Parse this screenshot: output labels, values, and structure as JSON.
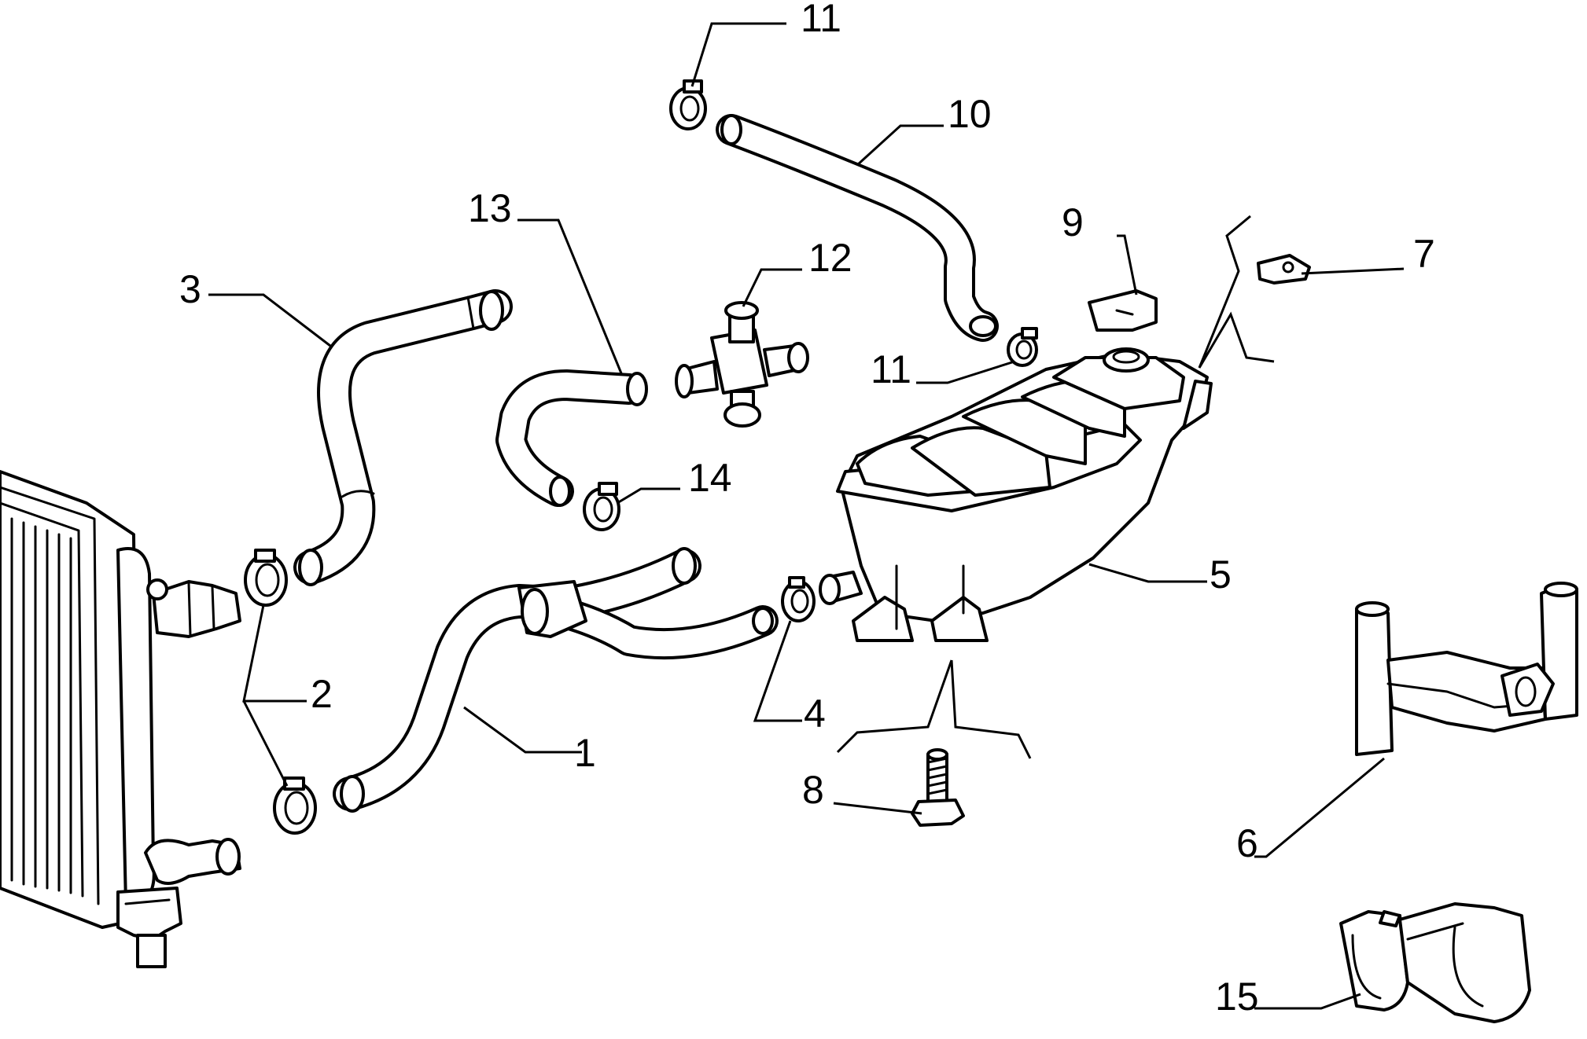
{
  "callouts": [
    {
      "id": "1",
      "label": "1"
    },
    {
      "id": "2",
      "label": "2"
    },
    {
      "id": "3",
      "label": "3"
    },
    {
      "id": "4",
      "label": "4"
    },
    {
      "id": "5",
      "label": "5"
    },
    {
      "id": "6",
      "label": "6"
    },
    {
      "id": "7",
      "label": "7"
    },
    {
      "id": "8",
      "label": "8"
    },
    {
      "id": "9",
      "label": "9"
    },
    {
      "id": "10",
      "label": "10"
    },
    {
      "id": "11a",
      "label": "11"
    },
    {
      "id": "11b",
      "label": "11"
    },
    {
      "id": "12",
      "label": "12"
    },
    {
      "id": "13",
      "label": "13"
    },
    {
      "id": "14",
      "label": "14"
    },
    {
      "id": "15",
      "label": "15"
    }
  ]
}
